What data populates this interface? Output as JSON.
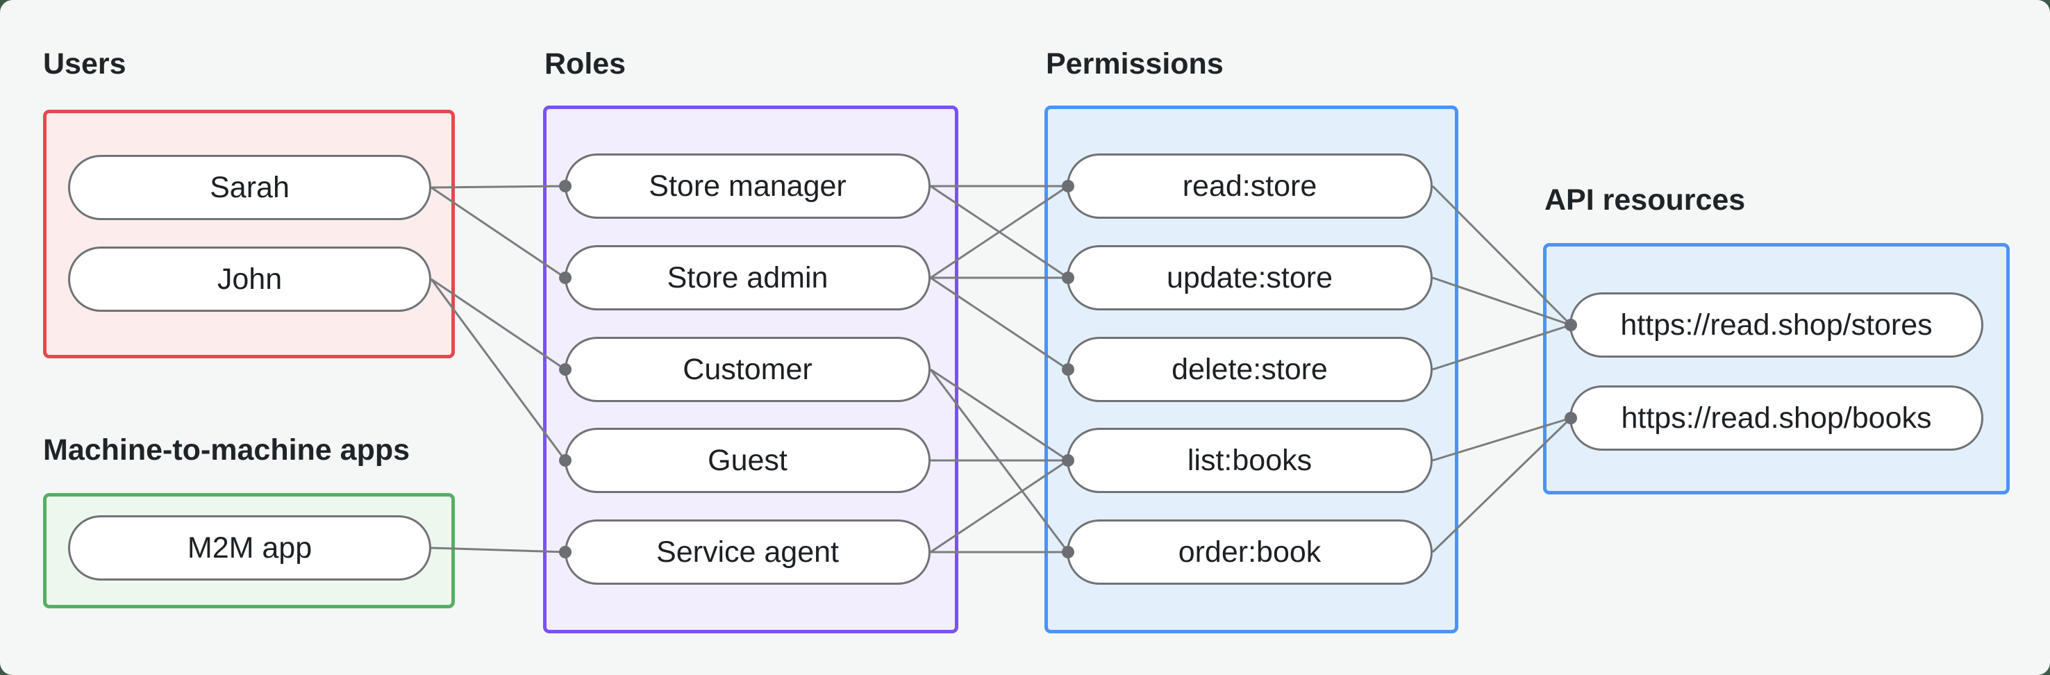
{
  "diagram": {
    "groups": [
      {
        "id": "users",
        "label": "Users",
        "color": "#e5484d",
        "fill": "#fdecec"
      },
      {
        "id": "m2m",
        "label": "Machine-to-machine apps",
        "color": "#57ae63",
        "fill": "#ecf7ed"
      },
      {
        "id": "roles",
        "label": "Roles",
        "color": "#7a52f4",
        "fill": "#f3eefd"
      },
      {
        "id": "permissions",
        "label": "Permissions",
        "color": "#4b93f7",
        "fill": "#e3f0fc"
      },
      {
        "id": "api",
        "label": "API resources",
        "color": "#4b93f7",
        "fill": "#e3f0fc"
      }
    ],
    "nodes": {
      "sarah": "Sarah",
      "john": "John",
      "m2m_app": "M2M app",
      "store_manager": "Store manager",
      "store_admin": "Store admin",
      "customer": "Customer",
      "guest": "Guest",
      "service_agent": "Service agent",
      "read_store": "read:store",
      "update_store": "update:store",
      "delete_store": "delete:store",
      "list_books": "list:books",
      "order_book": "order:book",
      "stores": "https://read.shop/stores",
      "books": "https://read.shop/books"
    },
    "edges": [
      [
        "sarah",
        "store_manager"
      ],
      [
        "sarah",
        "store_admin"
      ],
      [
        "john",
        "customer"
      ],
      [
        "john",
        "guest"
      ],
      [
        "m2m_app",
        "service_agent"
      ],
      [
        "store_manager",
        "read_store"
      ],
      [
        "store_manager",
        "update_store"
      ],
      [
        "store_admin",
        "read_store"
      ],
      [
        "store_admin",
        "update_store"
      ],
      [
        "store_admin",
        "delete_store"
      ],
      [
        "customer",
        "list_books"
      ],
      [
        "customer",
        "order_book"
      ],
      [
        "guest",
        "list_books"
      ],
      [
        "service_agent",
        "list_books"
      ],
      [
        "service_agent",
        "order_book"
      ],
      [
        "read_store",
        "stores"
      ],
      [
        "update_store",
        "stores"
      ],
      [
        "delete_store",
        "stores"
      ],
      [
        "list_books",
        "books"
      ],
      [
        "order_book",
        "books"
      ]
    ],
    "colors": {
      "edge": "#7a7d80",
      "dot": "#6b6f73",
      "panel_bg": "#f5f7f6",
      "page_bg": "#3e5a46"
    }
  }
}
